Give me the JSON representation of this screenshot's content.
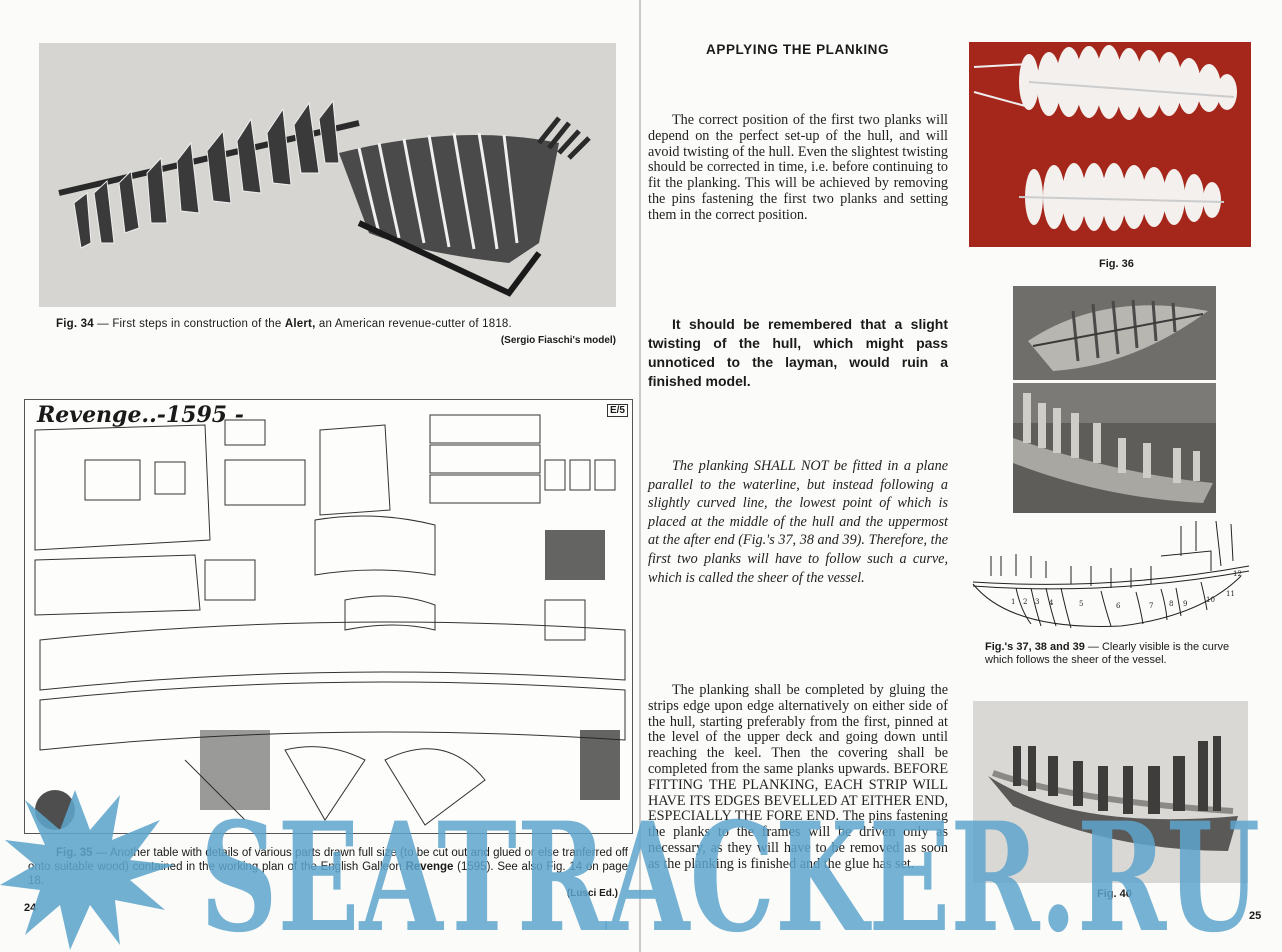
{
  "spread": {
    "left_page_number": "24",
    "right_page_number": "25"
  },
  "left_page": {
    "fig34": {
      "label": "Fig. 34",
      "caption_prefix": " — First steps in construction of the ",
      "caption_bold": "Alert,",
      "caption_suffix": " an American revenue-cutter of 1818.",
      "credit": "(Sergio Fiaschi's model)"
    },
    "fig35": {
      "plan_title": "Revenge..-1595 -",
      "plan_code": "E/5",
      "label": "Fig. 35",
      "caption_part1": " — Another table with details of various parts drawn full size (to be cut out and glued or else tranferred off onto suitable wood) contained in the working plan of the English Galleon ",
      "caption_bold": "Revenge",
      "caption_part2": " (1595). See also Fig. 14 on page 18.",
      "credit": "(Lusci Ed.)"
    }
  },
  "right_page": {
    "heading": "APPLYING THE PLANkING",
    "paragraphs": [
      "The correct position of the first two planks will depend on the perfect set-up of the hull, and will avoid twisting of the hull. Even the slightest twisting should be corrected in time, i.e. before continuing to fit the planking. This will be achieved by removing the pins fastening the first two planks and setting them in the correct position.",
      "It should be remembered that a slight twisting of the hull, which might pass unnoticed to the layman, would ruin a finished model.",
      "The planking SHALL NOT be fitted in a plane parallel to the waterline, but instead following a slightly curved line, the lowest point of which is placed at the middle of the hull and the uppermost at the after end (Fig.'s 37, 38 and 39). Therefore, the first two planks will have to follow such a curve, which is called the sheer of the vessel.",
      "The planking shall be completed by gluing the strips edge upon edge alternatively on either side of the hull, starting preferably from the first, pinned at the level of the upper deck and going down until reaching the keel. Then the covering shall be completed from the same planks upwards. BEFORE FITTING THE PLANKING, EACH STRIP WILL HAVE ITS EDGES BEVELLED AT EITHER END, ESPECIALLY THE FORE END. The pins fastening the planks to the frames will be driven only as necessary, as they will have to be removed as soon as the planking is finished and the glue has set."
    ],
    "fig36": {
      "label": "Fig. 36"
    },
    "fig37_39": {
      "label": "Fig.'s 37, 38 and 39",
      "caption": " — Clearly visible is the curve which follows the sheer of the vessel.",
      "frame_numbers": [
        "1",
        "2",
        "3",
        "4",
        "5",
        "6",
        "7",
        "8",
        "9",
        "10",
        "11",
        "12"
      ]
    },
    "fig40": {
      "label": "Fig. 40"
    }
  },
  "watermark": {
    "text": "SEATRACKER.RU",
    "color": "#5ea5cc"
  },
  "colors": {
    "paper": "#fbfbf9",
    "fig36_background": "#a5271b",
    "text": "#1a1a1a"
  }
}
